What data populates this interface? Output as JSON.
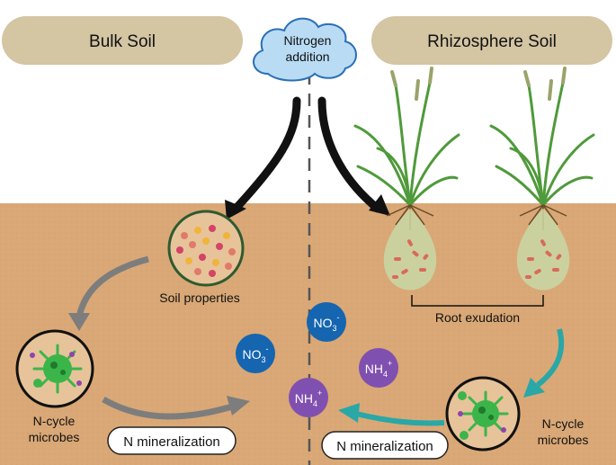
{
  "header": {
    "bulk_label": "Bulk Soil",
    "cloud_line1": "Nitrogen",
    "cloud_line2": "addition",
    "rhizo_label": "Rhizosphere Soil"
  },
  "labels": {
    "soil_properties": "Soil properties",
    "root_exudation": "Root exudation",
    "microbes_left_line1": "N-cycle",
    "microbes_left_line2": "microbes",
    "microbes_right_line1": "N-cycle",
    "microbes_right_line2": "microbes",
    "mineralization_left": "N mineralization",
    "mineralization_right": "N mineralization"
  },
  "ions": {
    "no3_base": "NO",
    "no3_sub": "3",
    "no3_sup": "-",
    "nh4_base": "NH",
    "nh4_sub": "4",
    "nh4_sup": "+"
  },
  "colors": {
    "soil": "#d9a876",
    "pill": "#d4c5a3",
    "cloud": "#b9dbf4",
    "no3": "#1565b0",
    "nh4": "#8050b0",
    "arrow_gray": "#7d7d7d",
    "arrow_teal": "#2aa7a7",
    "microbe": "#3bb54a",
    "rhizo_bulb": "#c8d8a6"
  }
}
